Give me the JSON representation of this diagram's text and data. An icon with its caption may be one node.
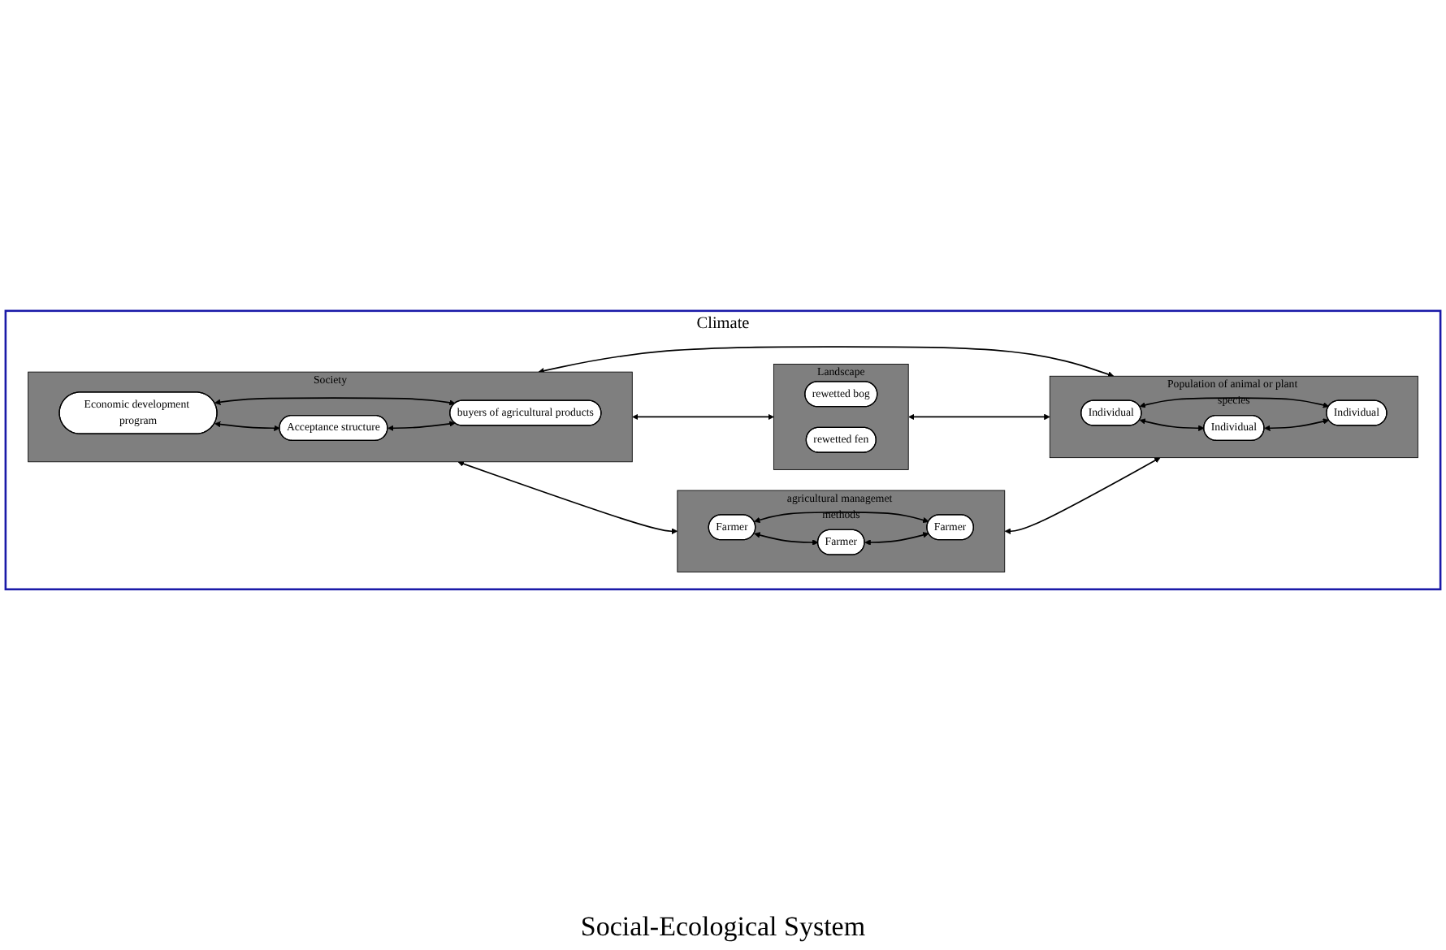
{
  "diagram": {
    "nodes": [
      {
        "text": [
          "Climate"
        ]
      },
      {
        "text": [
          "Society"
        ],
        "in": 0
      },
      {
        "text": [
          "Economic development program"
        ],
        "in": 1
      },
      {
        "text": [
          "Acceptance structure"
        ],
        "in": 1
      },
      {
        "text": [
          "buyers of agricultural products"
        ],
        "in": 1
      },
      {
        "text": [
          "Landscape"
        ],
        "in": 0
      },
      {
        "text": [
          "rewetted bog"
        ],
        "in": 5
      },
      {
        "text": [
          "rewetted fen"
        ],
        "in": 5
      },
      {
        "text": [
          "Population of animal or plant species"
        ],
        "in": 0
      },
      {
        "text": [
          "Individual"
        ],
        "in": 8
      },
      {
        "text": [
          "Individual"
        ],
        "in": 8
      },
      {
        "text": [
          "Individual"
        ],
        "in": 8
      },
      {
        "text": [
          "agricultural managemet methods"
        ],
        "in": 0
      },
      {
        "text": [
          "Farmer"
        ],
        "in": 12
      },
      {
        "text": [
          "Farmer"
        ],
        "in": 12
      },
      {
        "text": [
          "Farmer"
        ],
        "in": 12
      }
    ],
    "edges": [
      {
        "from": 2,
        "to": 3,
        "arrow": "both"
      },
      {
        "from": 2,
        "to": 4,
        "arrow": "both"
      },
      {
        "from": 3,
        "to": 4,
        "arrow": "both"
      },
      {
        "from": 1,
        "to": 5,
        "arrow": "both"
      },
      {
        "from": 1,
        "to": 8,
        "arrow": "both"
      },
      {
        "from": 1,
        "to": 12,
        "arrow": "both"
      },
      {
        "from": 5,
        "to": 8,
        "arrow": "both"
      },
      {
        "from": 12,
        "to": 8,
        "arrow": "both"
      },
      {
        "from": 9,
        "to": 10,
        "arrow": "both"
      },
      {
        "from": 9,
        "to": 11,
        "arrow": "both"
      },
      {
        "from": 10,
        "to": 11,
        "arrow": "both"
      },
      {
        "from": 13,
        "to": 14,
        "arrow": "both"
      },
      {
        "from": 13,
        "to": 15,
        "arrow": "both"
      },
      {
        "from": 14,
        "to": 15,
        "arrow": "both"
      }
    ],
    "labels": [
      "Social-Ecological System"
    ]
  }
}
